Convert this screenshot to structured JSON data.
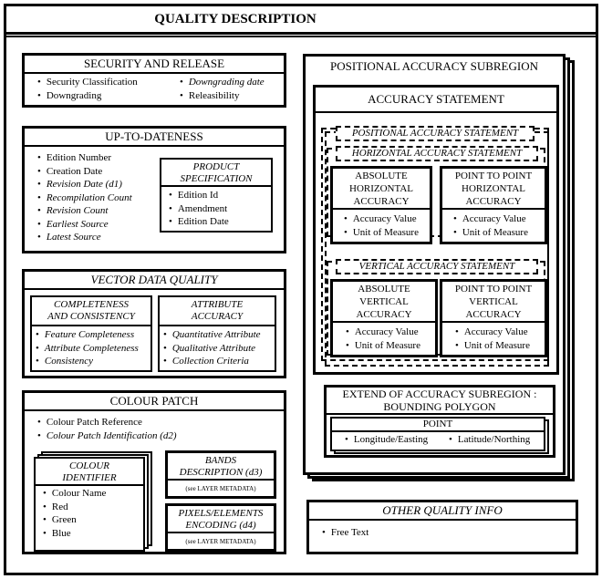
{
  "title": "QUALITY DESCRIPTION",
  "security": {
    "title": "SECURITY AND RELEASE",
    "left_items": [
      "Security Classification",
      "Downgrading"
    ],
    "right_items": [
      "Downgrading date",
      "Releasibility"
    ]
  },
  "uptodate": {
    "title": "UP-TO-DATENESS",
    "items": [
      "Edition Number",
      "Creation Date",
      "Revision Date (d1)",
      "Recompilation Count",
      "Revision Count",
      "Earliest Source",
      "Latest Source"
    ],
    "product_spec": {
      "title_line1": "PRODUCT",
      "title_line2": "SPECIFICATION",
      "items": [
        "Edition Id",
        "Amendment",
        "Edition Date"
      ]
    }
  },
  "vector": {
    "title": "VECTOR DATA QUALITY",
    "completeness": {
      "title_line1": "COMPLETENESS",
      "title_line2": "AND CONSISTENCY",
      "items": [
        "Feature Completeness",
        "Attribute Completeness",
        "Consistency"
      ]
    },
    "attribute": {
      "title_line1": "ATTRIBUTE",
      "title_line2": "ACCURACY",
      "items": [
        "Quantitative Attribute",
        "Qualitative Attribute",
        "Collection Criteria"
      ]
    }
  },
  "colour": {
    "title": "COLOUR PATCH",
    "items": [
      "Colour Patch Reference",
      "Colour Patch Identification  (d2)"
    ],
    "identifier": {
      "title_line1": "COLOUR",
      "title_line2": "IDENTIFIER",
      "items": [
        "Colour Name",
        "Red",
        "Green",
        "Blue"
      ]
    },
    "bands": {
      "title_line1": "BANDS",
      "title_line2": "DESCRIPTION   (d3)",
      "note": "(see LAYER METADATA)"
    },
    "pixels": {
      "title_line1": "PIXELS/ELEMENTS",
      "title_line2": "ENCODING  (d4)",
      "note": "(see LAYER METADATA)"
    }
  },
  "positional": {
    "title": "POSITIONAL ACCURACY SUBREGION",
    "statement_title": "ACCURACY STATEMENT",
    "pos_statement": "POSITIONAL ACCURACY STATEMENT",
    "horiz_statement": "HORIZONTAL ACCURACY STATEMENT",
    "abs_h": {
      "line1": "ABSOLUTE",
      "line2": "HORIZONTAL",
      "line3": "ACCURACY",
      "items": [
        "Accuracy Value",
        "Unit of Measure"
      ]
    },
    "p2p_h": {
      "line1": "POINT TO POINT",
      "line2": "HORIZONTAL",
      "line3": "ACCURACY",
      "items": [
        "Accuracy Value",
        "Unit of Measure"
      ]
    },
    "vert_statement": "VERTICAL ACCURACY STATEMENT",
    "abs_v": {
      "line1": "ABSOLUTE",
      "line2": "VERTICAL",
      "line3": "ACCURACY",
      "items": [
        "Accuracy Value",
        "Unit of Measure"
      ]
    },
    "p2p_v": {
      "line1": "POINT TO POINT",
      "line2": "VERTICAL",
      "line3": "ACCURACY",
      "items": [
        "Accuracy Value",
        "Unit of Measure"
      ]
    },
    "extent": {
      "line1": "EXTEND OF ACCURACY SUBREGION :",
      "line2": "BOUNDING POLYGON",
      "point_title": "POINT",
      "items": [
        "Longitude/Easting",
        "Latitude/Northing"
      ]
    }
  },
  "other": {
    "title": "OTHER QUALITY INFO",
    "items": [
      "Free Text"
    ]
  }
}
